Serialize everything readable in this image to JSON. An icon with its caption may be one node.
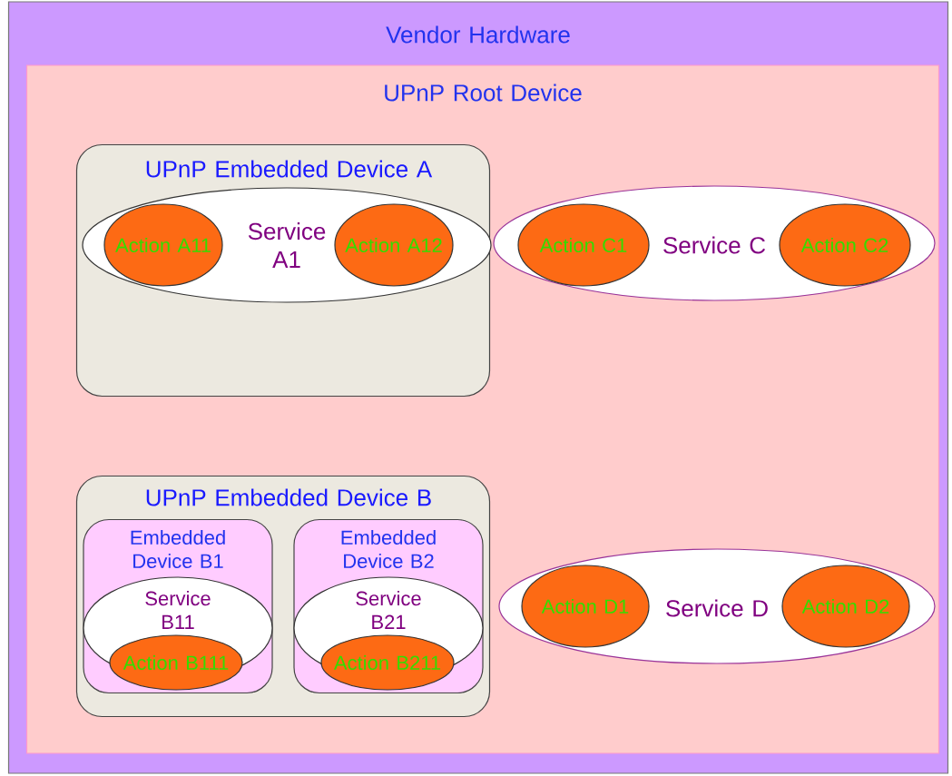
{
  "diagram": {
    "nodes": [
      {
        "text": [
          "Vendor Hardware"
        ]
      },
      {
        "text": [
          "UPnP Root Device"
        ],
        "in": 0
      },
      {
        "text": [
          "UPnP Embedded Device A"
        ],
        "in": 1
      },
      {
        "text": [
          "Service A1"
        ],
        "in": 2
      },
      {
        "text": [
          "Action A11"
        ],
        "in": 3
      },
      {
        "text": [
          "Action A12"
        ],
        "in": 3
      },
      {
        "text": [
          "Service C"
        ],
        "in": 1
      },
      {
        "text": [
          "Action C1"
        ],
        "in": 6
      },
      {
        "text": [
          "Action C2"
        ],
        "in": 6
      },
      {
        "text": [
          "UPnP Embedded Device B"
        ],
        "in": 1
      },
      {
        "text": [
          "Embedded Device B1"
        ],
        "in": 9
      },
      {
        "text": [
          "Service B11"
        ],
        "in": 10
      },
      {
        "text": [
          "Action B111"
        ],
        "in": 11
      },
      {
        "text": [
          "Embedded Device B2"
        ],
        "in": 9
      },
      {
        "text": [
          "Service B21"
        ],
        "in": 13
      },
      {
        "text": [
          "Action B211"
        ],
        "in": 14
      },
      {
        "text": [
          "Service D"
        ],
        "in": 1
      },
      {
        "text": [
          "Action D1"
        ],
        "in": 16
      },
      {
        "text": [
          "Action D2"
        ],
        "in": 16
      }
    ]
  }
}
